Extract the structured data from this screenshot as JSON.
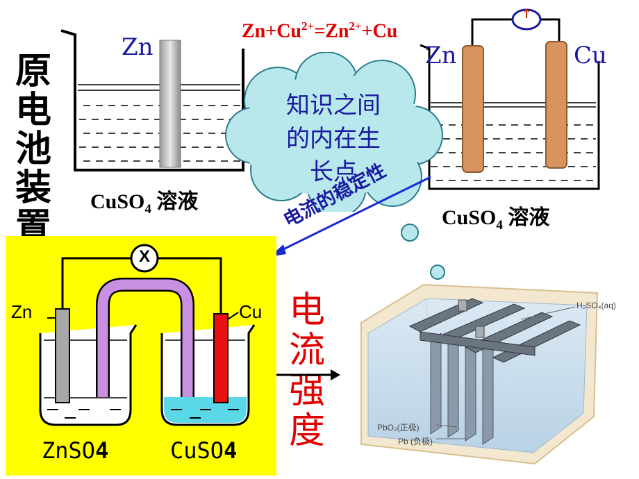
{
  "title_vertical": [
    "原",
    "电",
    "池",
    "装",
    "置"
  ],
  "equation": {
    "lhs1": "Zn+Cu",
    "sup1": "2+",
    "mid": "=Zn",
    "sup2": "2+",
    "rhs": "+Cu"
  },
  "left_cell": {
    "electrode": "Zn",
    "solution_main": "CuSO",
    "solution_sub": "4",
    "solution_tail": " 溶液"
  },
  "right_cell": {
    "electrode_left": "Zn",
    "electrode_right": "Cu",
    "meter_symbol": "↑",
    "solution_main": "CuSO",
    "solution_sub": "4",
    "solution_tail": " 溶液"
  },
  "cloud": {
    "lines": [
      "知识之间",
      "的内在生",
      "长点"
    ]
  },
  "diagonal_text": "电流的稳定性",
  "salt_bridge_cell": {
    "left_electrode": "Zn",
    "right_electrode": "Cu",
    "meter_symbol": "X",
    "left_solution_main": "ZnSO",
    "left_solution_sub": "4",
    "right_solution_main": "CuSO",
    "right_solution_sub": "4"
  },
  "vertical_red": [
    "电",
    "流",
    "强",
    "度"
  ],
  "battery": {
    "acid_label": "H₂SO₄(aq)",
    "positive_label": "PbO₂(正极)",
    "negative_label": "Pb (负极)"
  },
  "colors": {
    "blue_text": "#1a1aa0",
    "red_text": "#e00000",
    "highlight": "#ffff00",
    "cloud": "#b8e8ec",
    "electrode_brown": "#d9935f",
    "salt_bridge": "#c98fe0"
  }
}
